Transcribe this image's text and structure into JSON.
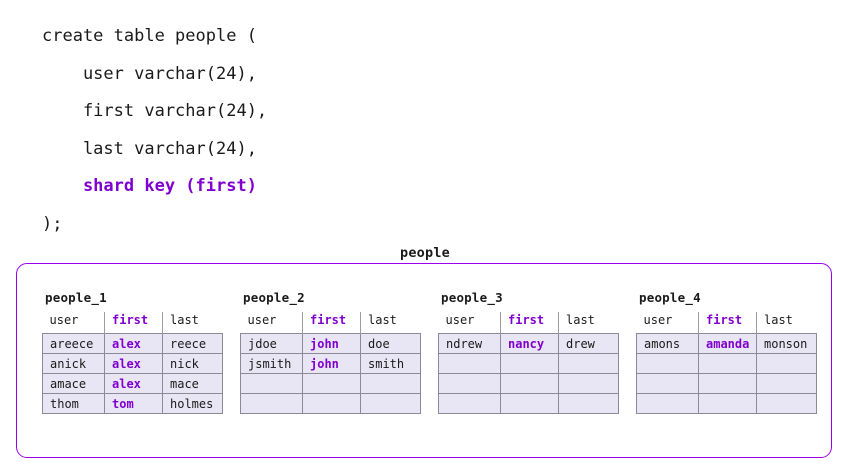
{
  "code": {
    "lines": [
      {
        "text": "create table people (",
        "accent": false
      },
      {
        "text": "    user varchar(24),",
        "accent": false
      },
      {
        "text": "    first varchar(24),",
        "accent": false
      },
      {
        "text": "    last varchar(24),",
        "accent": false
      },
      {
        "text": "    shard key (first)",
        "accent": true
      },
      {
        "text": ");",
        "accent": false
      }
    ]
  },
  "diagram": {
    "table_label": "people",
    "accent_color": "#8000d0",
    "border_color": "#9b00e8",
    "cell_fill": "#e8e6f4",
    "cell_border": "#8b8b97",
    "columns": [
      "user",
      "first",
      "last"
    ],
    "key_column": "first",
    "rows_per_shard": 4,
    "shards": [
      {
        "title": "people_1",
        "rows": [
          [
            "areece",
            "alex",
            "reece"
          ],
          [
            "anick",
            "alex",
            "nick"
          ],
          [
            "amace",
            "alex",
            "mace"
          ],
          [
            "thom",
            "tom",
            "holmes"
          ]
        ]
      },
      {
        "title": "people_2",
        "rows": [
          [
            "jdoe",
            "john",
            "doe"
          ],
          [
            "jsmith",
            "john",
            "smith"
          ],
          [
            "",
            "",
            ""
          ],
          [
            "",
            "",
            ""
          ]
        ]
      },
      {
        "title": "people_3",
        "rows": [
          [
            "ndrew",
            "nancy",
            "drew"
          ],
          [
            "",
            "",
            ""
          ],
          [
            "",
            "",
            ""
          ],
          [
            "",
            "",
            ""
          ]
        ]
      },
      {
        "title": "people_4",
        "rows": [
          [
            "amons",
            "amanda",
            "monson"
          ],
          [
            "",
            "",
            ""
          ],
          [
            "",
            "",
            ""
          ],
          [
            "",
            "",
            ""
          ]
        ]
      }
    ]
  }
}
